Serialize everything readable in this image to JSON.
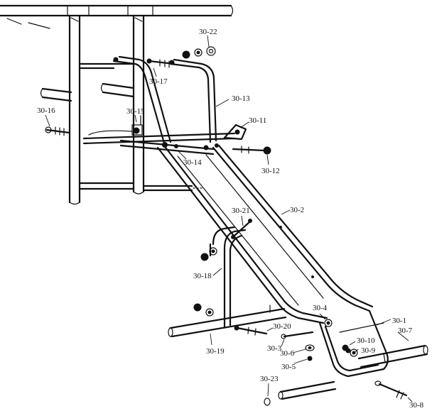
{
  "diagram": {
    "labels": {
      "p30_22": "30-22",
      "p30_17": "30-17",
      "p30_13": "30-13",
      "p30_16": "30-16",
      "p30_15": "30-15",
      "p30_11": "30-11",
      "p30_14": "30-14",
      "p30_12": "30-12",
      "p30_21": "30-21",
      "p30_2": "30-2",
      "p30_18": "30-18",
      "p30_4": "30-4",
      "p30_20": "30-20",
      "p30_1": "30-1",
      "p30_10": "30-10",
      "p30_7": "30-7",
      "p30_9": "30-9",
      "p30_3": "30-3",
      "p30_6": "30-6",
      "p30_5": "30-5",
      "p30_19": "30-19",
      "p30_23": "30-23",
      "p30_8": "30-8"
    }
  }
}
